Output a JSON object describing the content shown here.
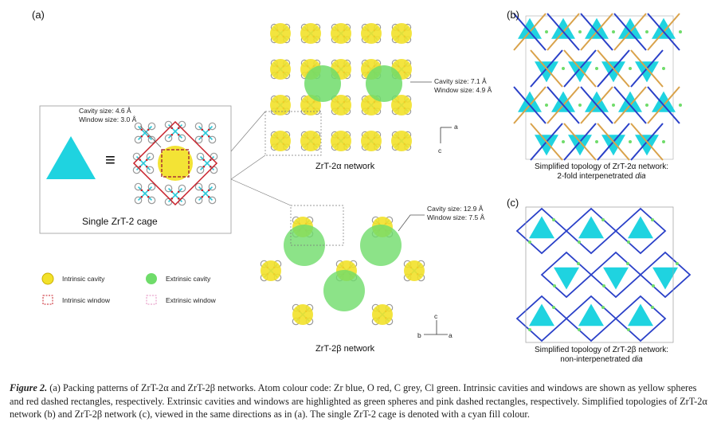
{
  "panels": {
    "a": "(a)",
    "b": "(b)",
    "c": "(c)"
  },
  "cage": {
    "cavity": "Cavity size: 4.6 Å",
    "window": "Window size: 3.0 Å",
    "equiv": "≡",
    "label": "Single ZrT-2 cage"
  },
  "alpha": {
    "cavity": "Cavity size: 7.1 Å",
    "window": "Window size: 4.9 Å",
    "label": "ZrT-2α network",
    "axis_h": "a",
    "axis_v": "c"
  },
  "beta": {
    "cavity": "Cavity size: 12.9 Å",
    "window": "Window size: 7.5 Å",
    "label": "ZrT-2β network",
    "axis_v": "c",
    "axis_l": "b",
    "axis_r": "a"
  },
  "legend": {
    "intrinsic_cavity": "Intrinsic cavity",
    "extrinsic_cavity": "Extrinsic cavity",
    "intrinsic_window": "Intrinsic window",
    "extrinsic_window": "Extrinsic window"
  },
  "topo_b": {
    "line1": "Simplified topology of ZrT-2α network:",
    "line2_pre": "2-fold interpenetrated ",
    "line2_it": "dia"
  },
  "topo_c": {
    "line1": "Simplified topology of ZrT-2β network:",
    "line2_pre": "non-interpenetrated ",
    "line2_it": "dia"
  },
  "caption": {
    "label": "Figure 2.",
    "text": " (a) Packing patterns of ZrT-2α and ZrT-2β networks. Atom colour code: Zr blue, O red, C grey, Cl green. Intrinsic cavities and windows are shown as yellow spheres and red dashed rectangles, respectively. Extrinsic cavities and windows are highlighted as green spheres and pink dashed rectangles, respectively. Simplified topologies of ZrT-2α network (b) and ZrT-2β network (c), viewed in the same directions as in (a). The single ZrT-2 cage is denoted with a cyan fill colour."
  },
  "colors": {
    "cyan": "#1fd3e0",
    "yellow": "#f2e12a",
    "green": "#6fdc6a",
    "red": "#c8202a",
    "pink": "#e48fc0",
    "blue": "#2a40c8",
    "orange": "#d9a24a"
  }
}
